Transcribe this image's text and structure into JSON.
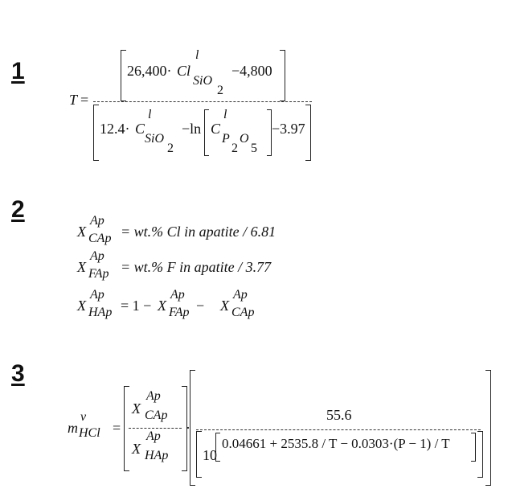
{
  "equations": [
    {
      "number": "1"
    },
    {
      "number": "2"
    },
    {
      "number": "3"
    }
  ],
  "eq1": {
    "lhs": "T",
    "equals": "=",
    "num_coef": "26,400·",
    "num_var": "Cl",
    "num_sup": "l",
    "num_sub": "SiO",
    "num_sub2": "2",
    "num_minus": "−4,800",
    "den_coef": "12.4·",
    "den_var": "C",
    "den_sup": "l",
    "den_sub": "SiO",
    "den_sub2": "2",
    "den_ln": "−ln",
    "den_var2": "C",
    "den_sup2": "l",
    "den_sub_p": "P",
    "den_sub_2": "2",
    "den_sub_o": "O",
    "den_sub_5": "5",
    "den_minus": "−3.97"
  },
  "eq2": {
    "lines": [
      {
        "X": "X",
        "sup": "Ap",
        "sub": "CAp",
        "rhs": "= wt.% Cl in apatite / 6.81"
      },
      {
        "X": "X",
        "sup": "Ap",
        "sub": "FAp",
        "rhs": "= wt.% F in apatite / 3.77"
      }
    ],
    "line3": {
      "X": "X",
      "sup": "Ap",
      "sub": "HAp",
      "eq": "= 1 − ",
      "X2": "X",
      "sup2": "Ap",
      "sub2": "FAp",
      "minus": " − ",
      "X3": "X",
      "sup3": "Ap",
      "sub3": "CAp"
    }
  },
  "eq3": {
    "lhs": "m",
    "lhs_sup": "v",
    "lhs_sub": "HCl",
    "equals": "=",
    "frac_num_X": "X",
    "frac_num_sup": "Ap",
    "frac_num_sub": "CAp",
    "frac_den_X": "X",
    "frac_den_sup": "Ap",
    "frac_den_sub": "HAp",
    "dot": "·",
    "numerator": "55.6",
    "den_base": "10",
    "exponent": "0.04661 + 2535.8 / T − 0.0303·(P − 1) / T"
  }
}
